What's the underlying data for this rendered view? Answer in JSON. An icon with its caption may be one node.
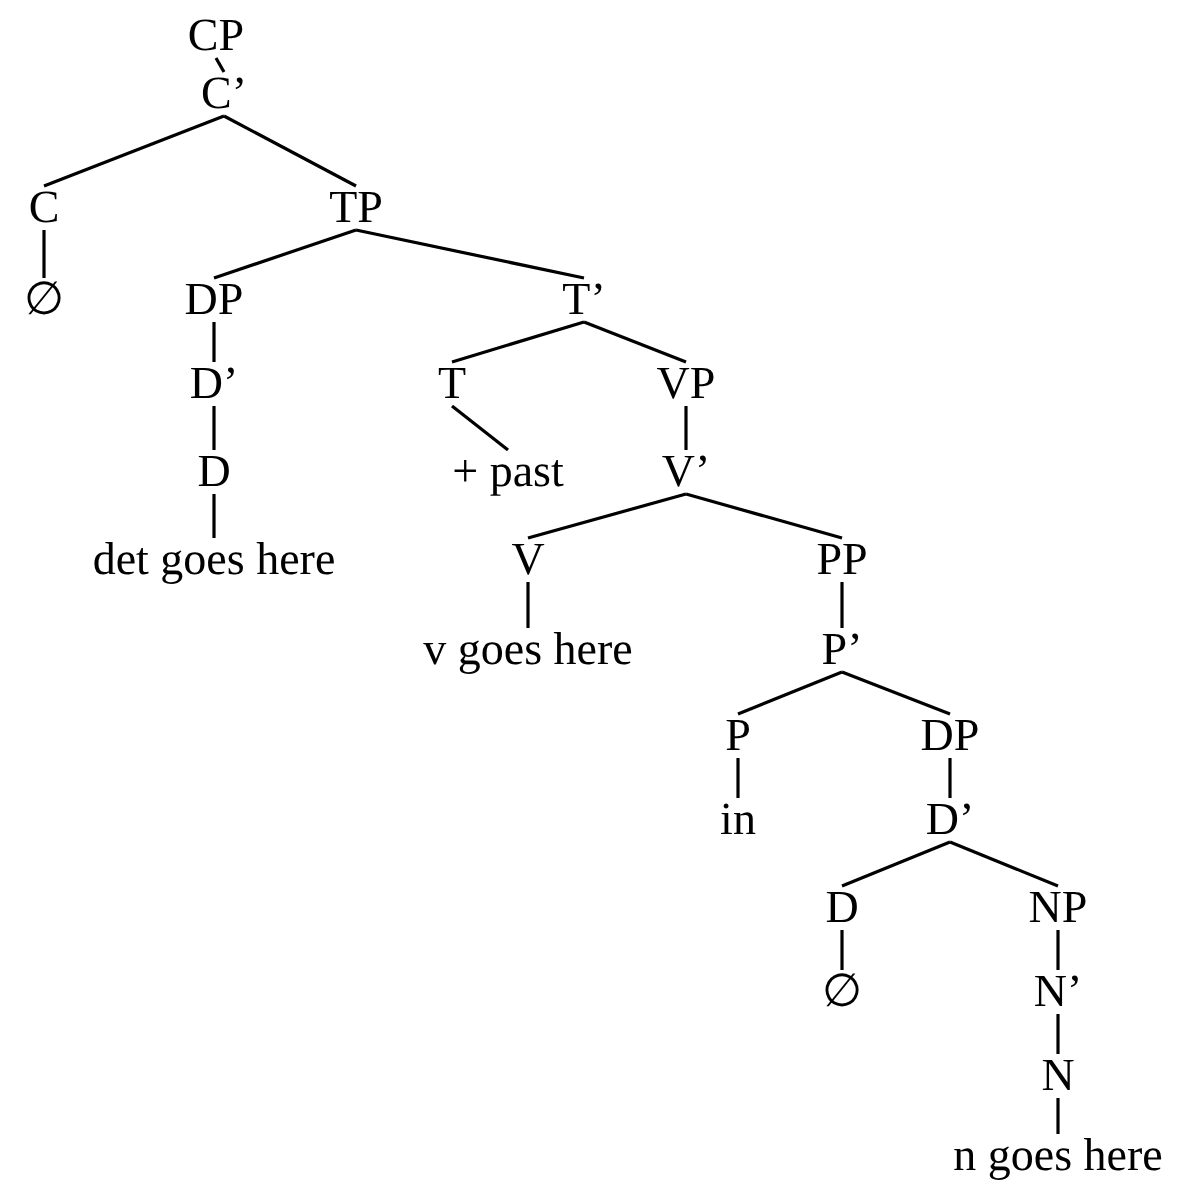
{
  "diagram": {
    "nodes": [
      {
        "text": [
          "CP"
        ]
      },
      {
        "text": [
          "C’"
        ]
      },
      {
        "text": [
          "C"
        ]
      },
      {
        "text": [
          "∅"
        ]
      },
      {
        "text": [
          "TP"
        ]
      },
      {
        "text": [
          "DP"
        ]
      },
      {
        "text": [
          "D’"
        ]
      },
      {
        "text": [
          "D"
        ]
      },
      {
        "text": [
          "det goes here"
        ]
      },
      {
        "text": [
          "T’"
        ]
      },
      {
        "text": [
          "T"
        ]
      },
      {
        "text": [
          "+ past"
        ]
      },
      {
        "text": [
          "VP"
        ]
      },
      {
        "text": [
          "V’"
        ]
      },
      {
        "text": [
          "V"
        ]
      },
      {
        "text": [
          "v goes here"
        ]
      },
      {
        "text": [
          "PP"
        ]
      },
      {
        "text": [
          "P’"
        ]
      },
      {
        "text": [
          "P"
        ]
      },
      {
        "text": [
          "in"
        ]
      },
      {
        "text": [
          "DP"
        ]
      },
      {
        "text": [
          "D’"
        ]
      },
      {
        "text": [
          "D"
        ]
      },
      {
        "text": [
          "∅"
        ]
      },
      {
        "text": [
          "NP"
        ]
      },
      {
        "text": [
          "N’"
        ]
      },
      {
        "text": [
          "N"
        ]
      },
      {
        "text": [
          "n goes here"
        ]
      }
    ],
    "edges": [
      {
        "from": 0,
        "to": 1,
        "arrow": "none"
      },
      {
        "from": 1,
        "to": 2,
        "arrow": "none"
      },
      {
        "from": 1,
        "to": 4,
        "arrow": "none"
      },
      {
        "from": 2,
        "to": 3,
        "arrow": "none"
      },
      {
        "from": 4,
        "to": 5,
        "arrow": "none"
      },
      {
        "from": 4,
        "to": 9,
        "arrow": "none"
      },
      {
        "from": 5,
        "to": 6,
        "arrow": "none"
      },
      {
        "from": 6,
        "to": 7,
        "arrow": "none"
      },
      {
        "from": 7,
        "to": 8,
        "arrow": "none"
      },
      {
        "from": 9,
        "to": 10,
        "arrow": "none"
      },
      {
        "from": 9,
        "to": 12,
        "arrow": "none"
      },
      {
        "from": 10,
        "to": 11,
        "arrow": "none"
      },
      {
        "from": 12,
        "to": 13,
        "arrow": "none"
      },
      {
        "from": 13,
        "to": 14,
        "arrow": "none"
      },
      {
        "from": 13,
        "to": 16,
        "arrow": "none"
      },
      {
        "from": 14,
        "to": 15,
        "arrow": "none"
      },
      {
        "from": 16,
        "to": 17,
        "arrow": "none"
      },
      {
        "from": 17,
        "to": 18,
        "arrow": "none"
      },
      {
        "from": 17,
        "to": 20,
        "arrow": "none"
      },
      {
        "from": 18,
        "to": 19,
        "arrow": "none"
      },
      {
        "from": 20,
        "to": 21,
        "arrow": "none"
      },
      {
        "from": 21,
        "to": 22,
        "arrow": "none"
      },
      {
        "from": 21,
        "to": 24,
        "arrow": "none"
      },
      {
        "from": 22,
        "to": 23,
        "arrow": "none"
      },
      {
        "from": 24,
        "to": 25,
        "arrow": "none"
      },
      {
        "from": 25,
        "to": 26,
        "arrow": "none"
      },
      {
        "from": 26,
        "to": 27,
        "arrow": "none"
      }
    ]
  }
}
